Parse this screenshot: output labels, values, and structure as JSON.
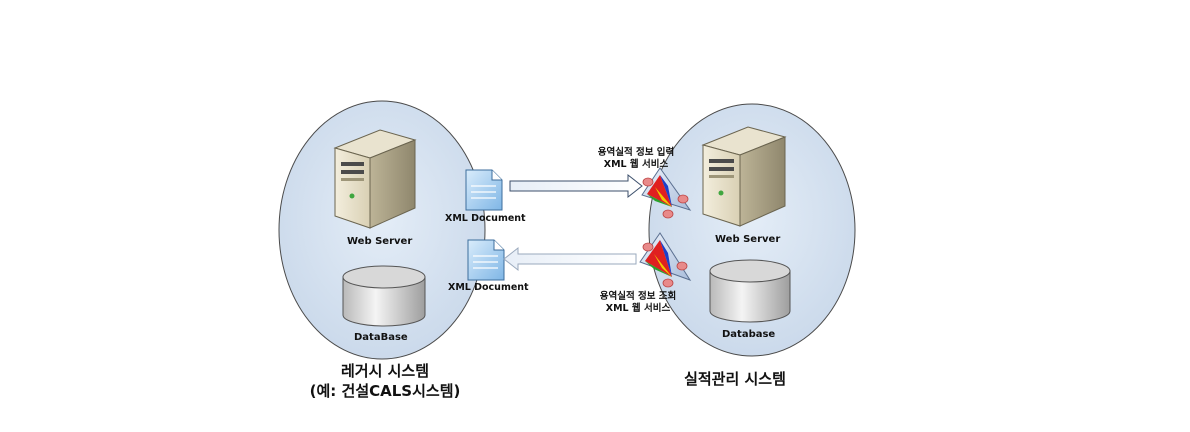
{
  "left_system": {
    "server_label": "Web Server",
    "database_label": "DataBase",
    "title_line1": "레거시 시스템",
    "title_line2": "(예: 건설CALS시스템)"
  },
  "right_system": {
    "server_label": "Web Server",
    "database_label": "Database",
    "title": "실적관리 시스템"
  },
  "documents": {
    "top_label": "XML Document",
    "bottom_label": "XML Document"
  },
  "services": {
    "input_line1": "용역실적 정보 입력",
    "input_line2": "XML 웹 서비스",
    "query_line1": "용역실적 정보 조회",
    "query_line2": "XML 웹 서비스"
  }
}
